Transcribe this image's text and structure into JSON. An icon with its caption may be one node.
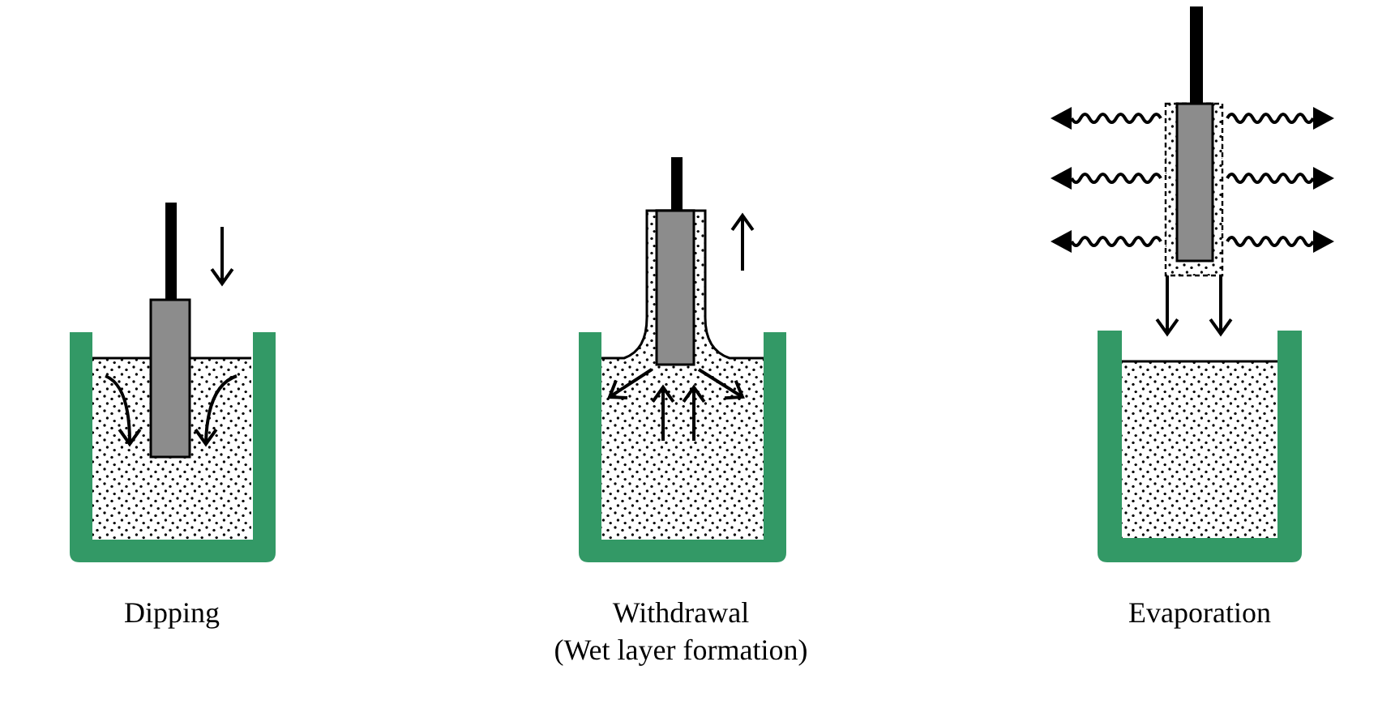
{
  "diagram": {
    "labels": [
      "Dipping",
      "Withdrawal (Wet layer formation)",
      "Evaporation"
    ]
  }
}
